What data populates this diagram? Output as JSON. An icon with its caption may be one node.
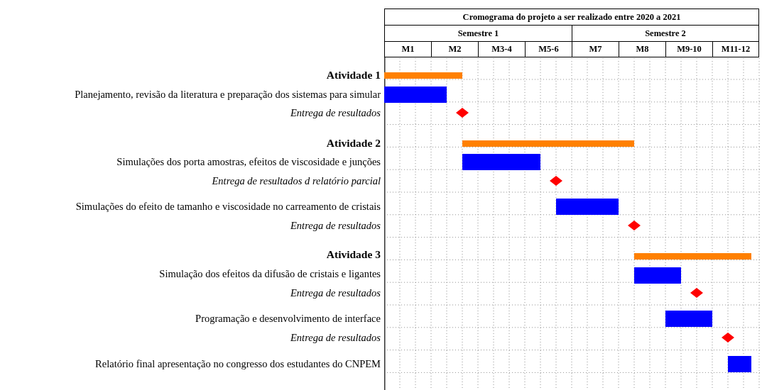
{
  "diagram": {
    "title": "Cromograma do projeto a ser realizado entre 2020 a 2021",
    "nodes": [
      {
        "text": [],
        "shape": "bar"
      },
      {
        "text": [],
        "shape": "bar"
      },
      {
        "text": [],
        "shape": "diamond"
      },
      {
        "text": [],
        "shape": "bar"
      },
      {
        "text": [],
        "shape": "bar"
      },
      {
        "text": [],
        "shape": "diamond"
      },
      {
        "text": [],
        "shape": "bar"
      },
      {
        "text": [],
        "shape": "diamond"
      },
      {
        "text": [],
        "shape": "bar"
      },
      {
        "text": [],
        "shape": "bar"
      },
      {
        "text": [],
        "shape": "diamond"
      },
      {
        "text": [],
        "shape": "bar"
      },
      {
        "text": [],
        "shape": "diamond"
      },
      {
        "text": [],
        "shape": "bar"
      }
    ],
    "labels": [
      "Semestre 1",
      "Semestre 2",
      "M1",
      "M2",
      "M3-4",
      "M5-6",
      "M7",
      "M8",
      "M9-10",
      "M11-12",
      "Atividade 1",
      "Planejamento, revisão da literatura e preparação dos sistemas para simular",
      "Entrega de resultados",
      "Atividade 2",
      "Simulações dos porta amostras, efeitos de viscosidade e junções",
      "Entrega de resultados d relatório parcial",
      "Simulações do efeito de tamanho e viscosidade no carreamento de cristais",
      "Entrega de resultados",
      "Atividade 3",
      "Simulação dos efeitos da difusão de cristais e ligantes",
      "Entrega de resultados",
      "Programação e desenvolvimento de interface",
      "Entrega de resultados",
      "Relatório final apresentação no congresso dos estudantes do CNPEM"
    ]
  }
}
